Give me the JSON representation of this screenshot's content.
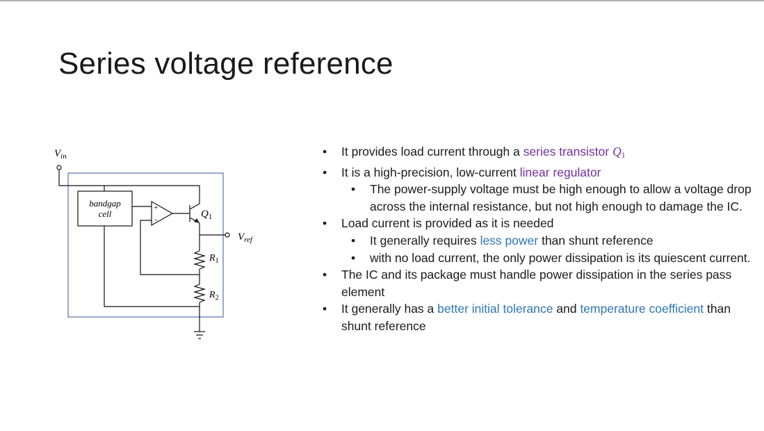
{
  "slide": {
    "title": "Series voltage reference"
  },
  "diagram": {
    "labels": {
      "vin": "V",
      "vin_sub": "in",
      "vref": "V",
      "vref_sub": "ref",
      "bandgap_line1": "bandgap",
      "bandgap_line2": "cell",
      "q1": "Q",
      "q1_sub": "1",
      "r1": "R",
      "r1_sub": "1",
      "r2": "R",
      "r2_sub": "2",
      "plus": "+",
      "minus": "−"
    }
  },
  "bullets": {
    "b1": {
      "text": "It provides load current through a ",
      "hl": "series transistor ",
      "math": "Q",
      "math_sub": "1"
    },
    "b2": {
      "text": "It is a high-precision, low-current ",
      "hl": "linear regulator"
    },
    "b2_1": {
      "text": "The power-supply voltage must be high enough to allow a voltage drop across the internal resistance, but not high enough to damage the IC."
    },
    "b3": {
      "text": "Load current is provided as it is needed"
    },
    "b3_1": {
      "pre": "It generally requires ",
      "hl": "less power",
      "post": " than shunt reference"
    },
    "b3_2": {
      "text": "with no load current, the only power dissipation is its quiescent current."
    },
    "b4": {
      "text": "The IC and its package must handle power dissipation in the series pass element"
    },
    "b5": {
      "pre": "It generally has a ",
      "hl1": "better initial tolerance",
      "mid": " and ",
      "hl2": "temperature coefficient",
      "post": " than shunt reference"
    },
    "dot": "•"
  },
  "colors": {
    "highlight_purple": "#7030a0",
    "highlight_blue": "#2e75b6",
    "frame_blue": "#2f5597"
  }
}
